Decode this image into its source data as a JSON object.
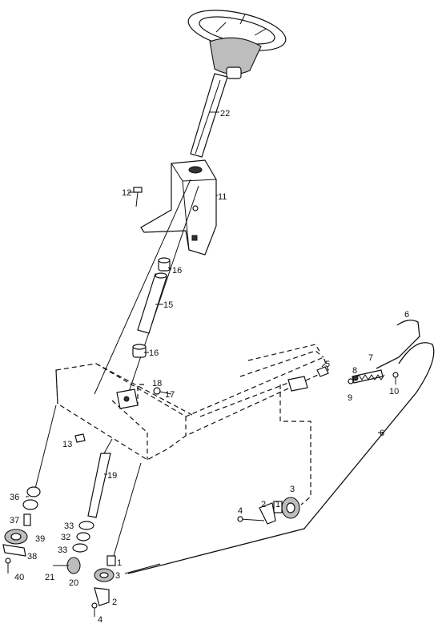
{
  "callouts": {
    "c22": "22",
    "c12": "12",
    "c11": "11",
    "c16a": "16",
    "c15": "15",
    "c16b": "16",
    "c18": "18",
    "c17": "17",
    "c5": "5",
    "c6a": "6",
    "c7": "7",
    "c8": "8",
    "c9": "9",
    "c10": "10",
    "c6b": "6",
    "c13": "13",
    "c19": "19",
    "c36": "36",
    "c37": "37",
    "c39": "39",
    "c38": "38",
    "c40": "40",
    "c33a": "33",
    "c32": "32",
    "c33b": "33",
    "c21": "21",
    "c20": "20",
    "c1a": "1",
    "c3a": "3",
    "c2a": "2",
    "c4a": "4",
    "c4b": "4",
    "c2b": "2",
    "c1b": "1",
    "c3b": "3"
  },
  "colors": {
    "ink": "#111111",
    "fill": "#ffffff",
    "shade": "#bdbdbd"
  }
}
